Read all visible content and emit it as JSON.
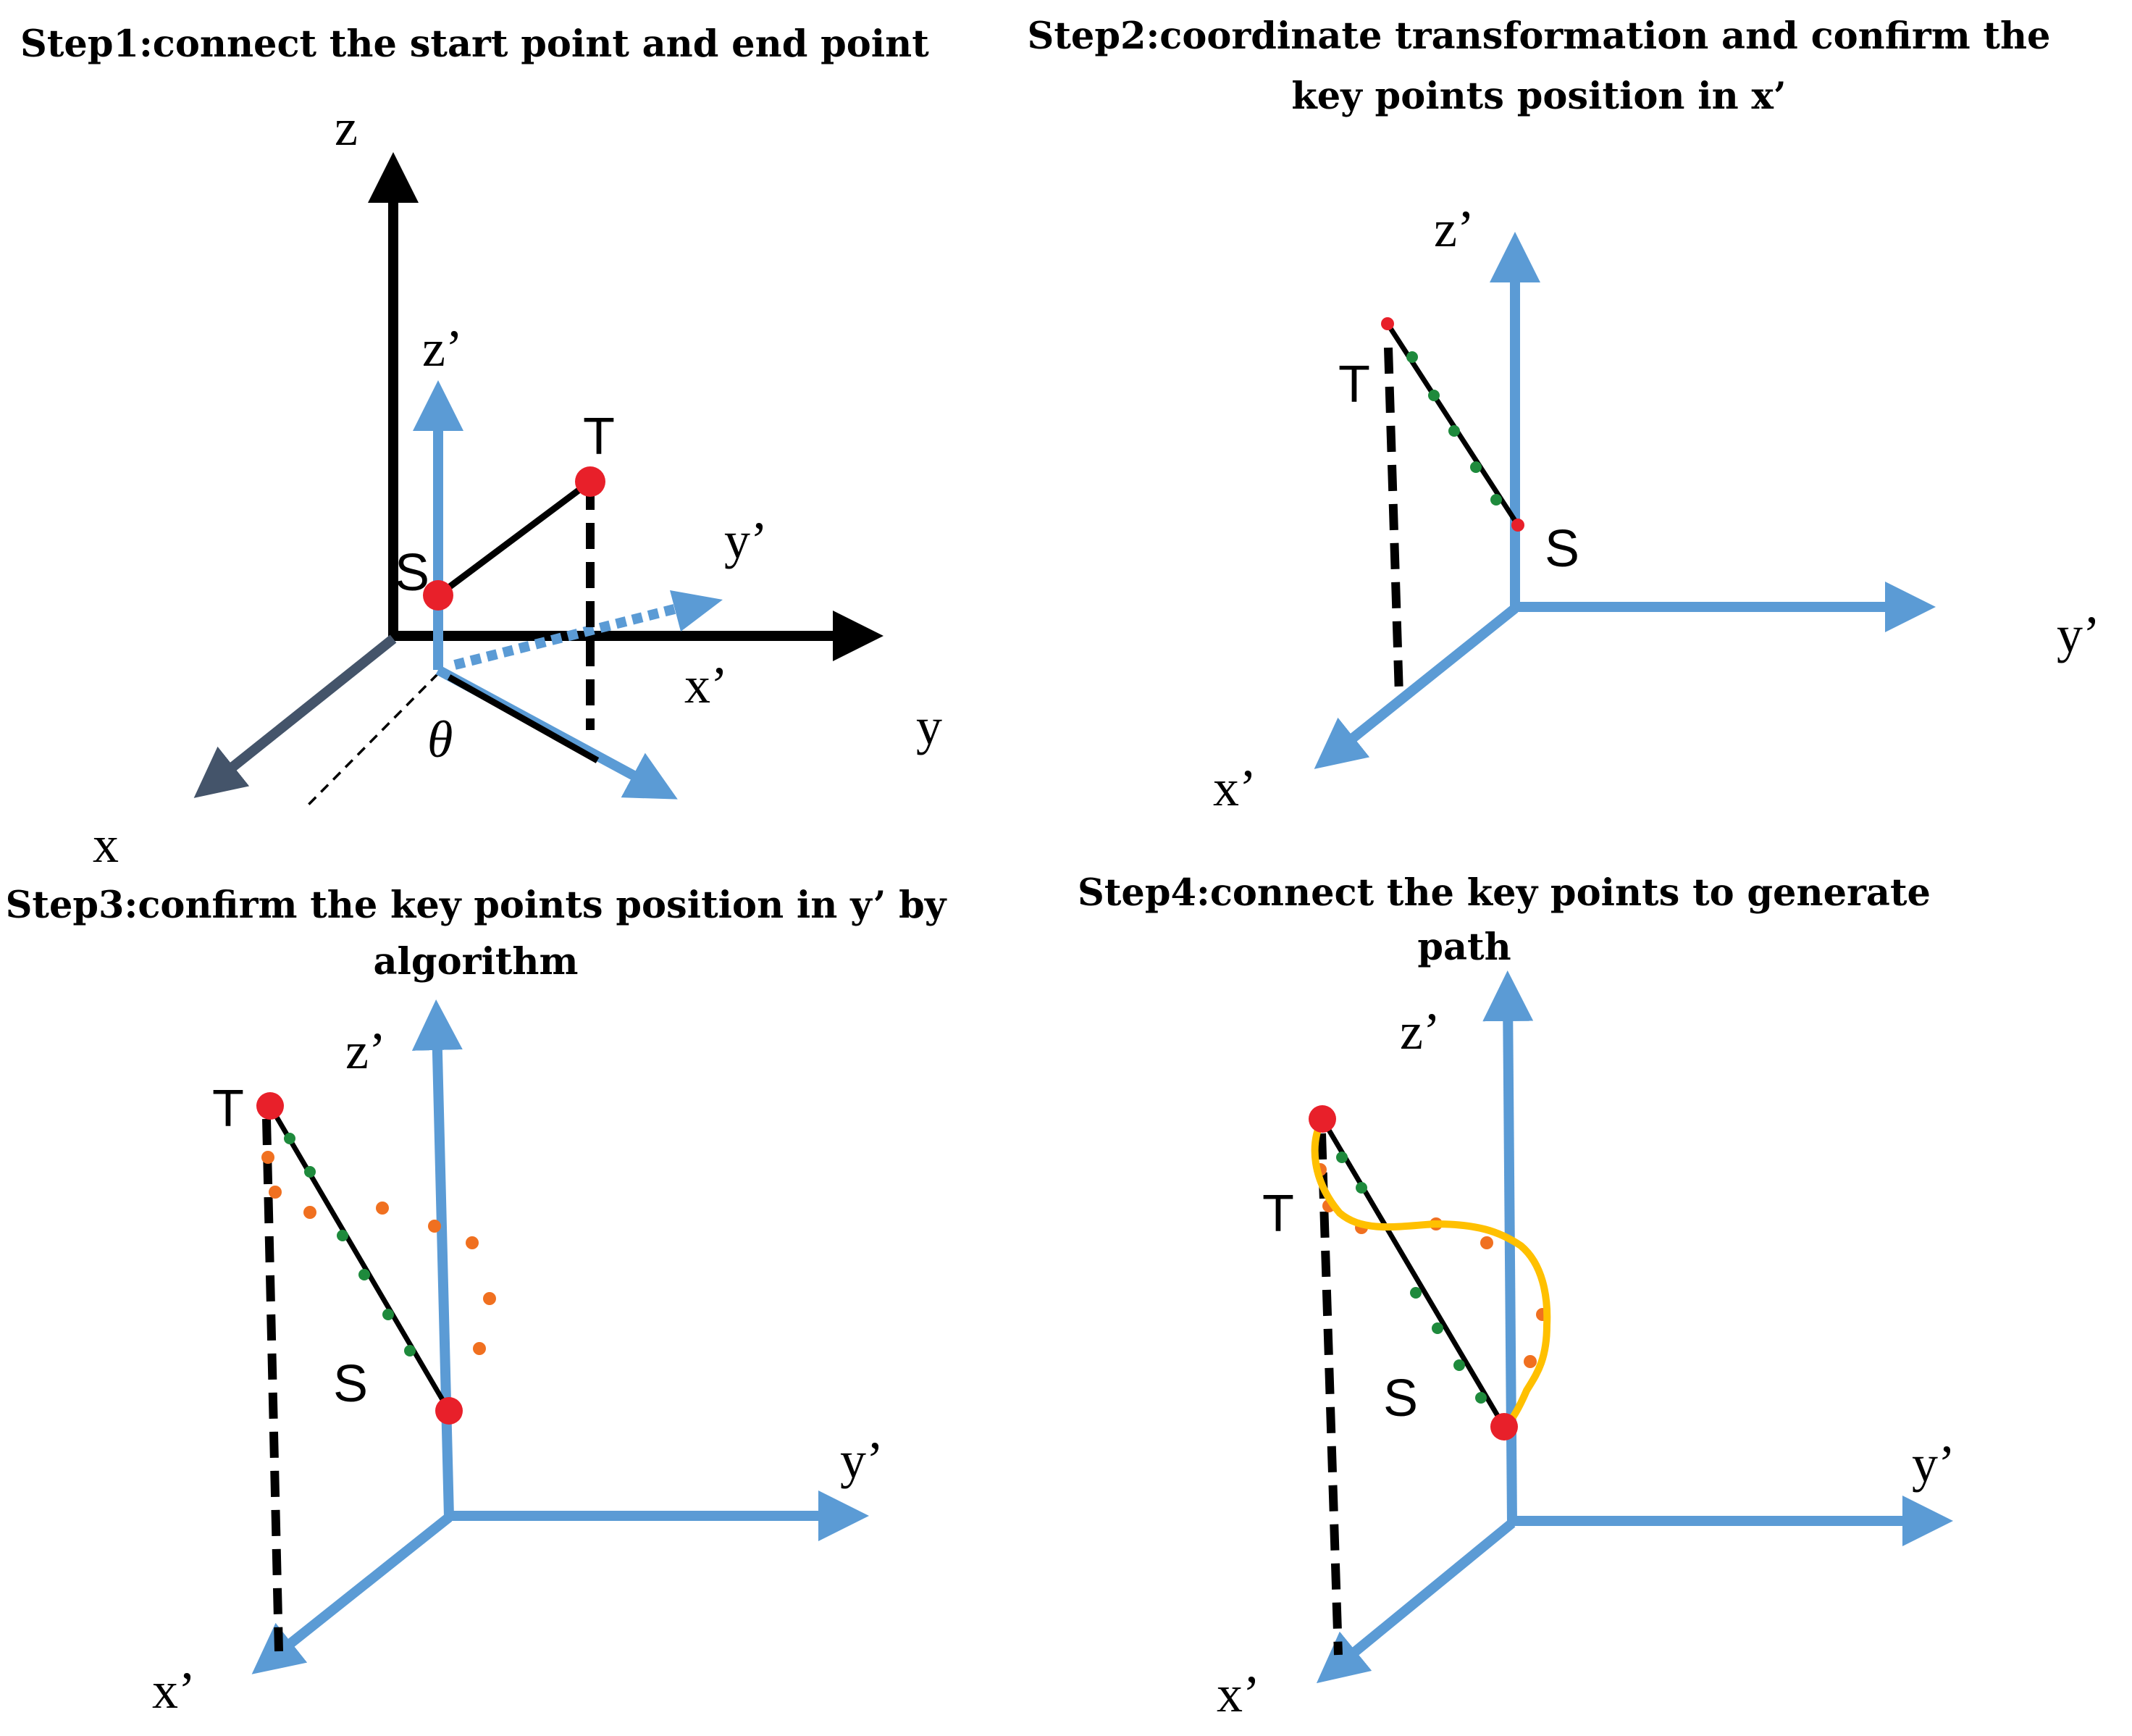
{
  "colors": {
    "black_axis": "#000000",
    "x_axis_dark": "#44546a",
    "blue_axis": "#5b9bd5",
    "red_point": "#e8202a",
    "green_point": "#1e8a3c",
    "orange_point": "#f07020",
    "path_yellow": "#ffc000"
  },
  "step1": {
    "title": "Step1:connect the start point  and end point",
    "labels": {
      "z": "z",
      "y": "y",
      "x": "x",
      "z_prime": "z’",
      "y_prime": "y’",
      "x_prime": "x’",
      "theta": "θ",
      "start": "S",
      "end": "T"
    }
  },
  "step2": {
    "title_line1": "Step2:coordinate transformation and confirm the",
    "title_line2": "key points position in x’",
    "labels": {
      "z_prime": "z’",
      "y_prime": "y’",
      "x_prime": "x’",
      "start": "S",
      "end": "T"
    }
  },
  "step3": {
    "title_line1": "Step3:confirm the key points position in y’ by",
    "title_line2": "algorithm",
    "labels": {
      "z_prime": "z’",
      "y_prime": "y’",
      "x_prime": "x’",
      "start": "S",
      "end": "T"
    }
  },
  "step4": {
    "title_line1": "Step4:connect the key points to generate",
    "title_line2": "path",
    "labels": {
      "z_prime": "z’",
      "y_prime": "y’",
      "x_prime": "x’",
      "start": "S",
      "end": "T"
    }
  }
}
